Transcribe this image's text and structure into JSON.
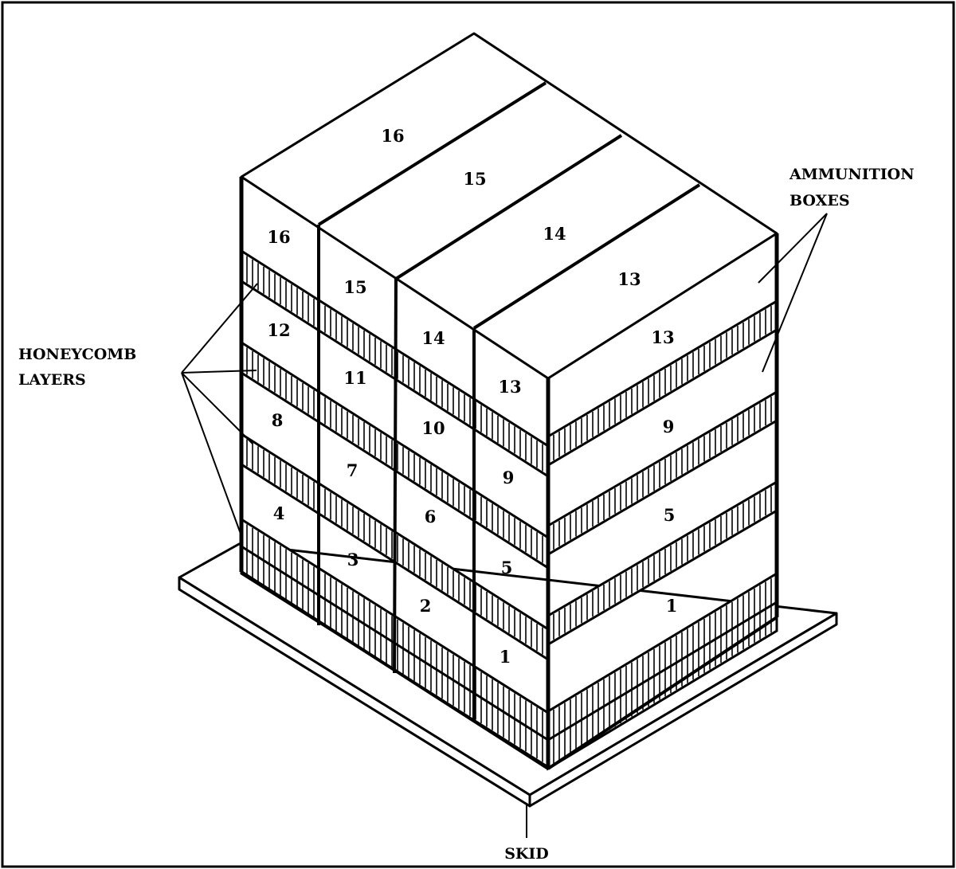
{
  "callouts": {
    "ammunition_boxes": [
      "AMMUNITION",
      "BOXES"
    ],
    "honeycomb_layers": [
      "HONEYCOMB",
      "LAYERS"
    ],
    "skid": "SKID"
  },
  "top_box_labels": [
    "16",
    "15",
    "14",
    "13"
  ],
  "left_face_labels": [
    [
      "16",
      "15",
      "14",
      "13"
    ],
    [
      "12",
      "11",
      "10",
      "9"
    ],
    [
      "8",
      "7",
      "6",
      "5"
    ],
    [
      "4",
      "3",
      "2",
      "1"
    ]
  ],
  "right_face_labels": [
    "13",
    "13",
    "9",
    "5",
    "1"
  ]
}
